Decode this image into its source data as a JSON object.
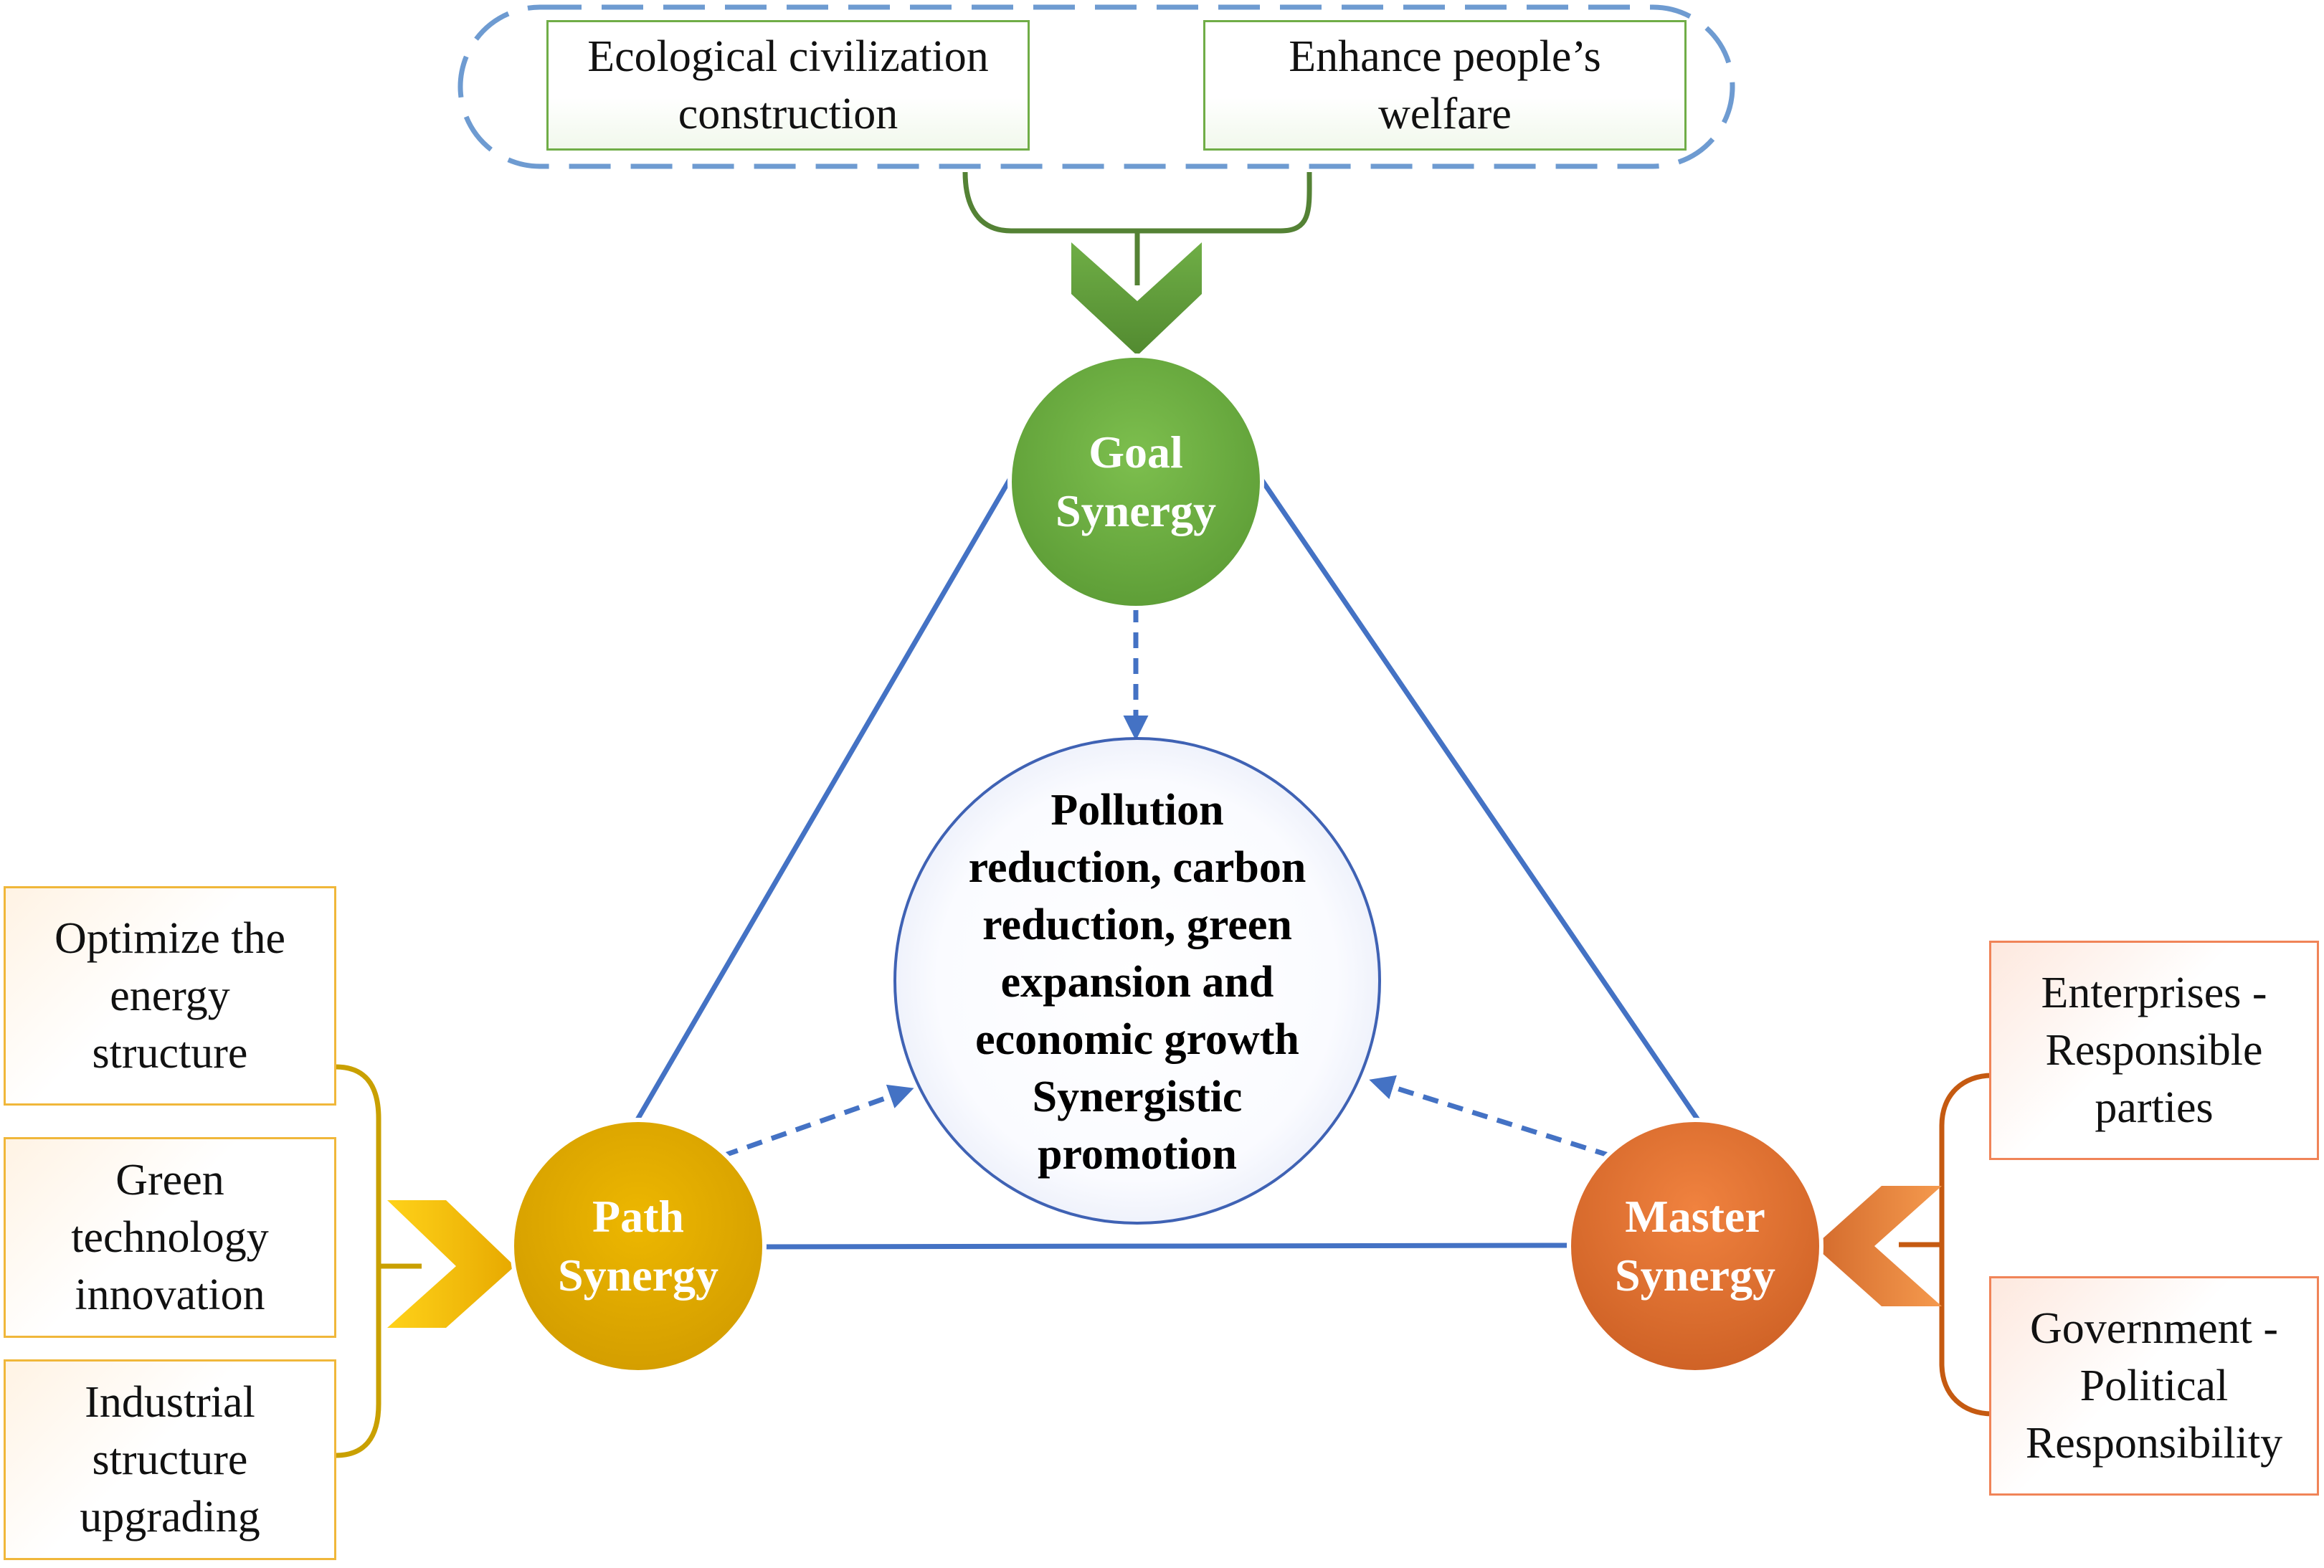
{
  "goal_inputs": [
    "Ecological civilization\nconstruction",
    "Enhance people’s\nwelfare"
  ],
  "path_inputs": [
    "Optimize the\nenergy\nstructure",
    "Green\ntechnology\ninnovation",
    "Industrial\nstructure\nupgrading"
  ],
  "master_inputs": [
    "Enterprises -\nResponsible\nparties",
    "Government -\nPolitical\nResponsibility"
  ],
  "nodes": {
    "goal": "Goal\nSynergy",
    "path": "Path\nSynergy",
    "master": "Master\nSynergy",
    "center": "Pollution\nreduction, carbon\nreduction, green\nexpansion and\neconomic growth\nSynergistic\npromotion"
  },
  "colors": {
    "goal": "#70AD47",
    "path": "#DFA800",
    "master": "#E07030",
    "link": "#4472C4",
    "dashed_frame": "#6E9BD1"
  }
}
